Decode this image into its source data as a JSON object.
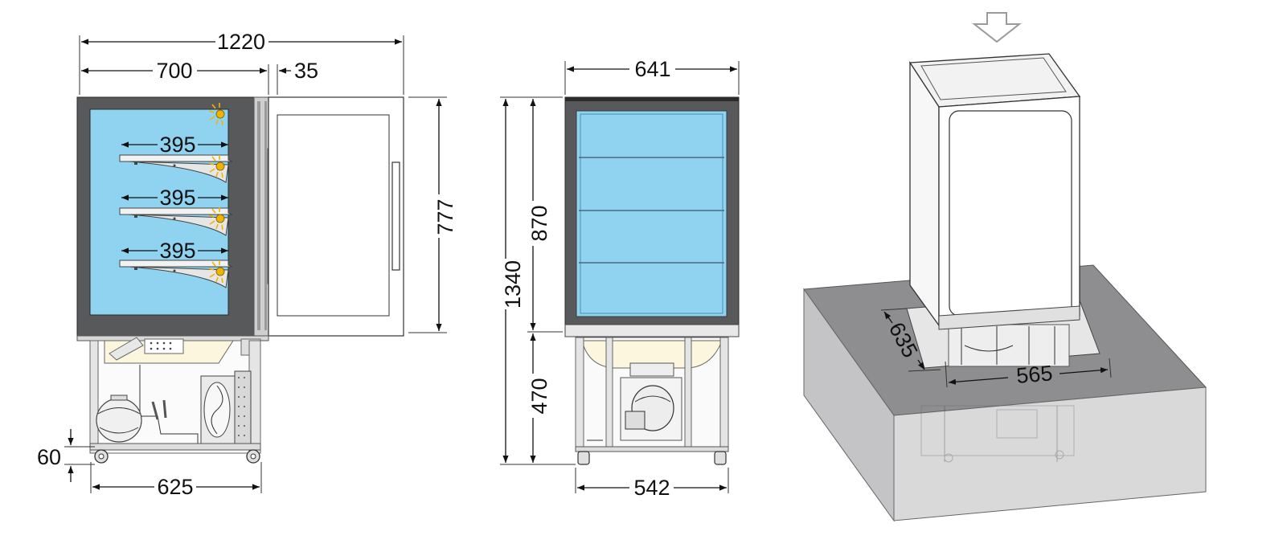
{
  "side_view": {
    "overall_width": "1220",
    "cabinet_width": "700",
    "door_gap": "35",
    "shelf_depths": [
      "395",
      "395",
      "395"
    ],
    "door_height": "777",
    "foot_height": "60",
    "base_width": "625"
  },
  "front_view": {
    "width": "641",
    "total_height": "1340",
    "upper_height": "870",
    "lower_height": "470",
    "base_width": "542"
  },
  "iso_view": {
    "cutout_depth": "635",
    "cutout_width": "565"
  },
  "colors": {
    "glass": "#8fd3f0",
    "frame": "#58595b",
    "counter_top": "#8e8e90",
    "counter_front": "#d9d9da",
    "counter_side": "#c4c4c6",
    "base_panel": "#fbf6dd",
    "sun": "#f0b400"
  }
}
